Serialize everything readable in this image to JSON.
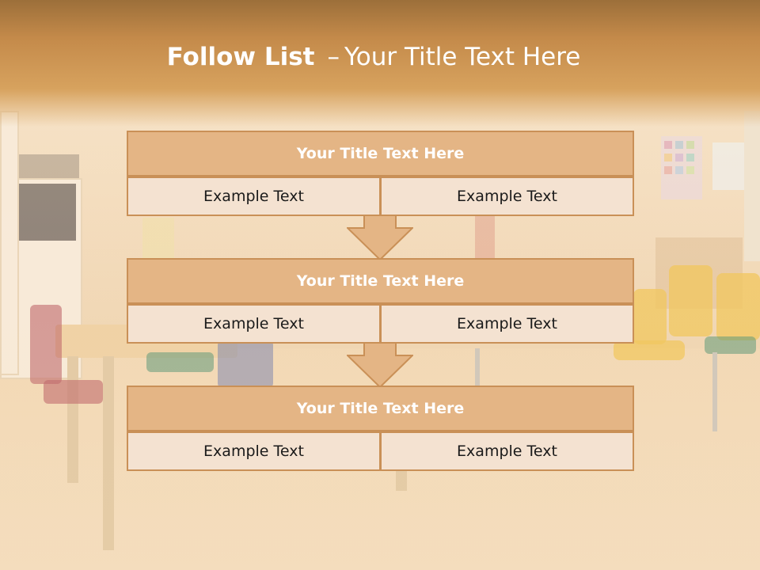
{
  "slide": {
    "title_bold": "Follow List",
    "title_sep": "–",
    "title_rest": "Your Title Text Here"
  },
  "blocks": [
    {
      "title": "Your Title Text Here",
      "left": "Example Text",
      "right": "Example Text"
    },
    {
      "title": "Your Title Text Here",
      "left": "Example Text",
      "right": "Example Text"
    },
    {
      "title": "Your Title Text Here",
      "left": "Example Text",
      "right": "Example Text"
    }
  ],
  "colors": {
    "header": "#c48a4a",
    "box_fill": "#e4b585",
    "cell_fill": "#f4e2d1",
    "border": "#c99057"
  },
  "icons": [
    "down-arrow-icon",
    "down-arrow-icon"
  ]
}
